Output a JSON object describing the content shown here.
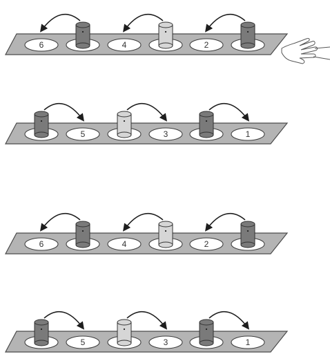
{
  "rows": [
    {
      "slot_numbers": [
        "6",
        "",
        "4",
        "",
        "2",
        ""
      ],
      "pegs": [
        {
          "slot": 1,
          "shade": "dark"
        },
        {
          "slot": 3,
          "shade": "light"
        },
        {
          "slot": 5,
          "shade": "dark"
        }
      ],
      "arrows": [
        {
          "from": 1,
          "to": 0
        },
        {
          "from": 3,
          "to": 2
        },
        {
          "from": 5,
          "to": 4
        }
      ],
      "hand": true
    },
    {
      "slot_numbers": [
        "",
        "5",
        "",
        "3",
        "",
        "1"
      ],
      "pegs": [
        {
          "slot": 0,
          "shade": "dark"
        },
        {
          "slot": 2,
          "shade": "light"
        },
        {
          "slot": 4,
          "shade": "dark"
        }
      ],
      "arrows": [
        {
          "from": 0,
          "to": 1
        },
        {
          "from": 2,
          "to": 3
        },
        {
          "from": 4,
          "to": 5
        }
      ],
      "hand": false
    },
    {
      "slot_numbers": [
        "6",
        "",
        "4",
        "",
        "2",
        ""
      ],
      "pegs": [
        {
          "slot": 1,
          "shade": "dark"
        },
        {
          "slot": 3,
          "shade": "light"
        },
        {
          "slot": 5,
          "shade": "dark"
        }
      ],
      "arrows": [
        {
          "from": 1,
          "to": 0
        },
        {
          "from": 3,
          "to": 2
        },
        {
          "from": 5,
          "to": 4
        }
      ],
      "hand": false
    },
    {
      "slot_numbers": [
        "",
        "5",
        "",
        "3",
        "",
        "1"
      ],
      "pegs": [
        {
          "slot": 0,
          "shade": "dark"
        },
        {
          "slot": 2,
          "shade": "light"
        },
        {
          "slot": 4,
          "shade": "dark"
        }
      ],
      "arrows": [
        {
          "from": 0,
          "to": 1
        },
        {
          "from": 2,
          "to": 3
        },
        {
          "from": 4,
          "to": 5
        }
      ],
      "hand": false
    }
  ],
  "colors": {
    "board": "#b4b4b4",
    "peg_dark": "#7a7a7a",
    "peg_light": "#d6d6d6",
    "arrow": "#1e1e1e"
  },
  "icons": [
    "hand-icon",
    "peg-icon",
    "curved-arrow-icon"
  ]
}
